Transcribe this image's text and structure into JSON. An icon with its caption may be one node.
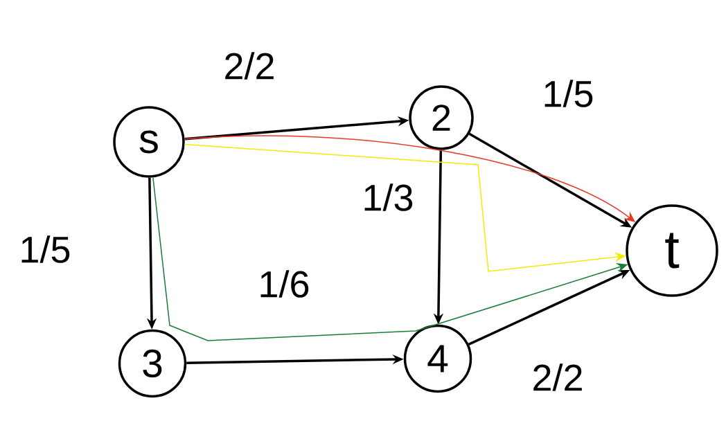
{
  "diagram": {
    "nodes": [
      {
        "text": [
          "s"
        ]
      },
      {
        "text": [
          "2"
        ]
      },
      {
        "text": [
          "3"
        ]
      },
      {
        "text": [
          "4"
        ]
      },
      {
        "text": [
          "t"
        ]
      }
    ],
    "edges": [
      {
        "from": 0,
        "to": 1,
        "arrow": "to",
        "label": "2/2"
      },
      {
        "from": 1,
        "to": 4,
        "arrow": "to",
        "label": "1/5"
      },
      {
        "from": 0,
        "to": 2,
        "arrow": "to",
        "label": "1/5"
      },
      {
        "from": 1,
        "to": 3,
        "arrow": "to",
        "label": "1/3"
      },
      {
        "from": 2,
        "to": 3,
        "arrow": "to",
        "label": "1/6"
      },
      {
        "from": 3,
        "to": 4,
        "arrow": "to",
        "label": "2/2"
      },
      {
        "from": 0,
        "to": 4,
        "arrow": "to",
        "color": "#e8382a"
      },
      {
        "from": 0,
        "to": 4,
        "arrow": "to",
        "color": "#f5ea00"
      },
      {
        "from": 0,
        "to": 4,
        "arrow": "to",
        "color": "#1a7a3a"
      }
    ]
  }
}
